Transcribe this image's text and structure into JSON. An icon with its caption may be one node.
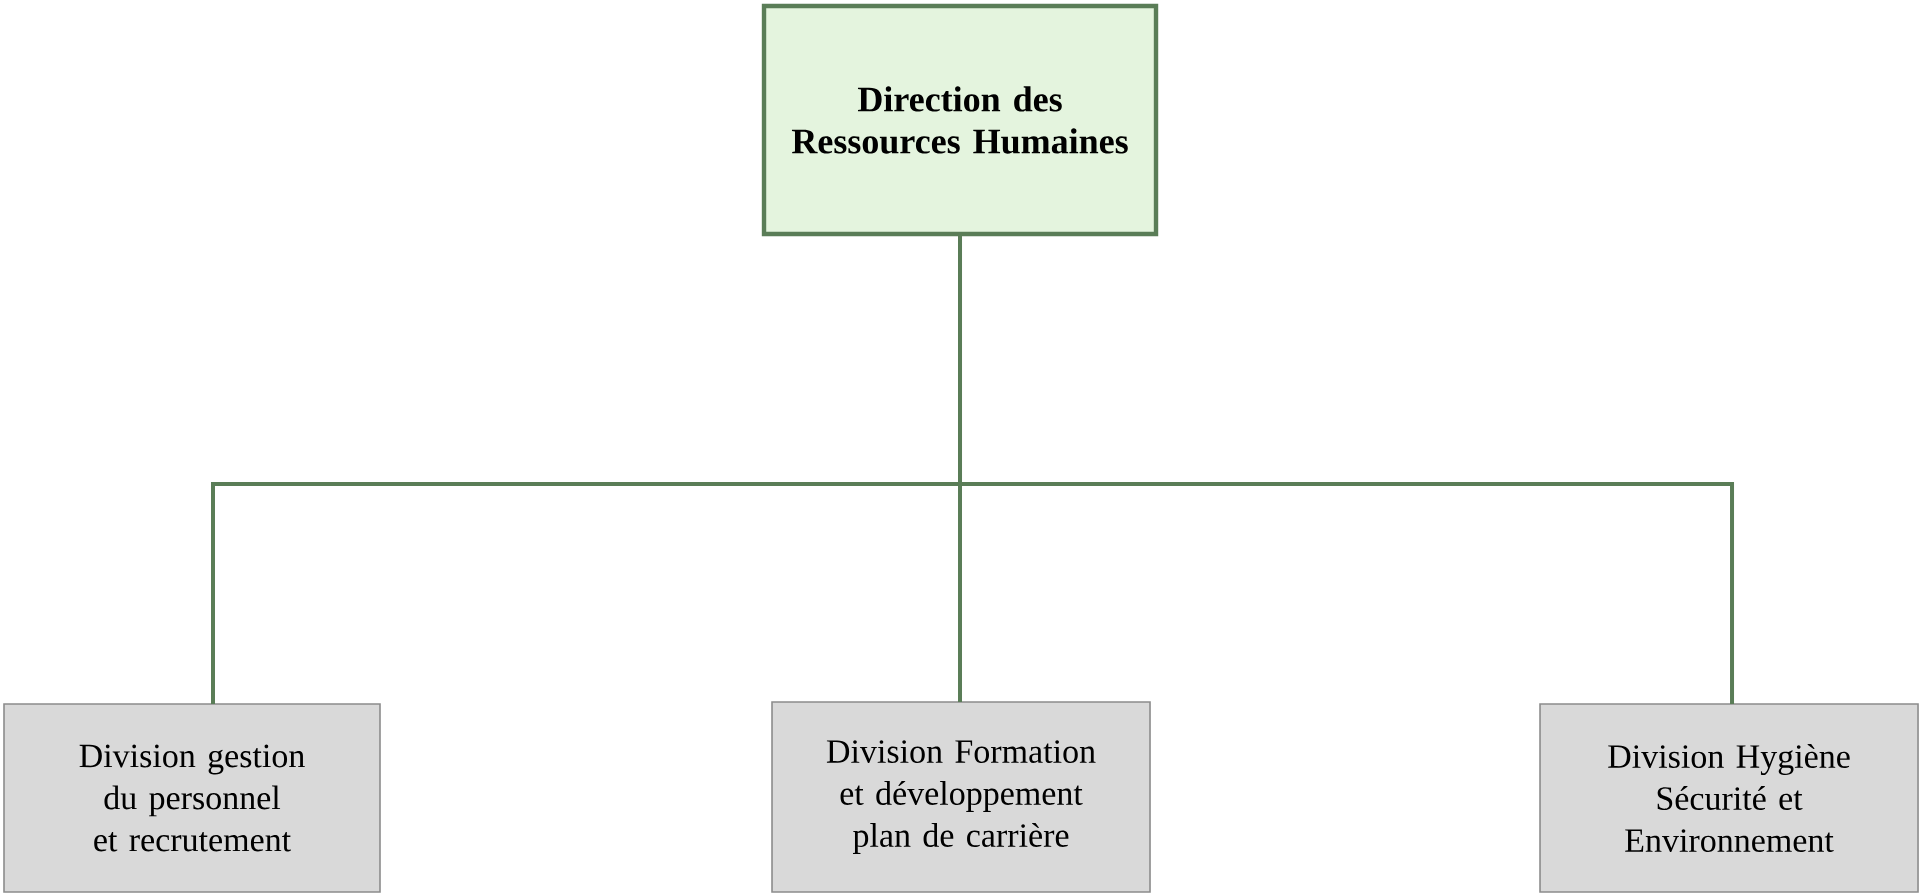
{
  "diagram": {
    "nodes": [
      {
        "text": [
          "Direction des Ressources Humaines"
        ]
      },
      {
        "text": [
          "Division gestion du personnel et recrutement"
        ]
      },
      {
        "text": [
          "Division Formation et développement plan de carrière"
        ]
      },
      {
        "text": [
          "Division Hygiène Sécurité et Environnement"
        ]
      }
    ],
    "edges": [
      {
        "from": 0,
        "to": 1,
        "arrow": "none"
      },
      {
        "from": 0,
        "to": 2,
        "arrow": "none"
      },
      {
        "from": 0,
        "to": 3,
        "arrow": "none"
      }
    ]
  }
}
